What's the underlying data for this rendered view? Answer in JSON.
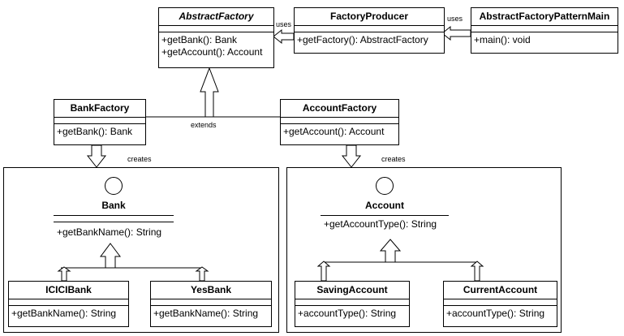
{
  "abstract_factory": {
    "name": "AbstractFactory",
    "ops": [
      "+getBank(): Bank",
      "+getAccount(): Account"
    ]
  },
  "factory_producer": {
    "name": "FactoryProducer",
    "ops": [
      "+getFactory(): AbstractFactory"
    ]
  },
  "main_class": {
    "name": "AbstractFactoryPatternMain",
    "ops": [
      "+main(): void"
    ]
  },
  "bank_factory": {
    "name": "BankFactory",
    "ops": [
      "+getBank(): Bank"
    ]
  },
  "account_factory": {
    "name": "AccountFactory",
    "ops": [
      "+getAccount(): Account"
    ]
  },
  "bank": {
    "name": "Bank",
    "ops": [
      "+getBankName(): String"
    ]
  },
  "account": {
    "name": "Account",
    "ops": [
      "+getAccountType(): String"
    ]
  },
  "icici_bank": {
    "name": "ICICIBank",
    "ops": [
      "+getBankName(): String"
    ]
  },
  "yes_bank": {
    "name": "YesBank",
    "ops": [
      "+getBankName(): String"
    ]
  },
  "saving_account": {
    "name": "SavingAccount",
    "ops": [
      "+accountType(): String"
    ]
  },
  "current_account": {
    "name": "CurrentAccount",
    "ops": [
      "+accountType(): String"
    ]
  },
  "labels": {
    "uses_1": "uses",
    "uses_2": "uses",
    "extends": "extends",
    "creates_1": "creates",
    "creates_2": "creates"
  }
}
